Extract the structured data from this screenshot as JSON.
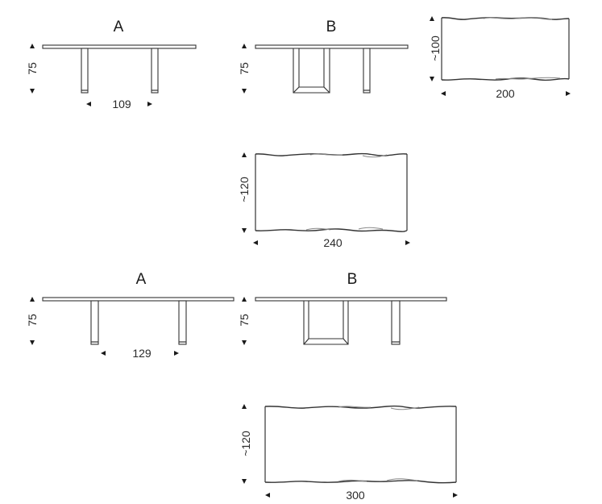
{
  "set_1": {
    "elevation_a": {
      "label": "A",
      "height": "75",
      "leg_span": "109"
    },
    "elevation_b": {
      "label": "B",
      "height": "75"
    },
    "plan": {
      "depth": "~100",
      "width": "200"
    }
  },
  "plan_240": {
    "depth": "~120",
    "width": "240"
  },
  "set_2": {
    "elevation_a": {
      "label": "A",
      "height": "75",
      "leg_span": "129"
    },
    "elevation_b": {
      "label": "B",
      "height": "75"
    },
    "plan": {
      "depth": "~120",
      "width": "300"
    }
  },
  "colors": {
    "line": "#333333",
    "secondary_line": "#8a8a8a",
    "background": "#ffffff"
  }
}
